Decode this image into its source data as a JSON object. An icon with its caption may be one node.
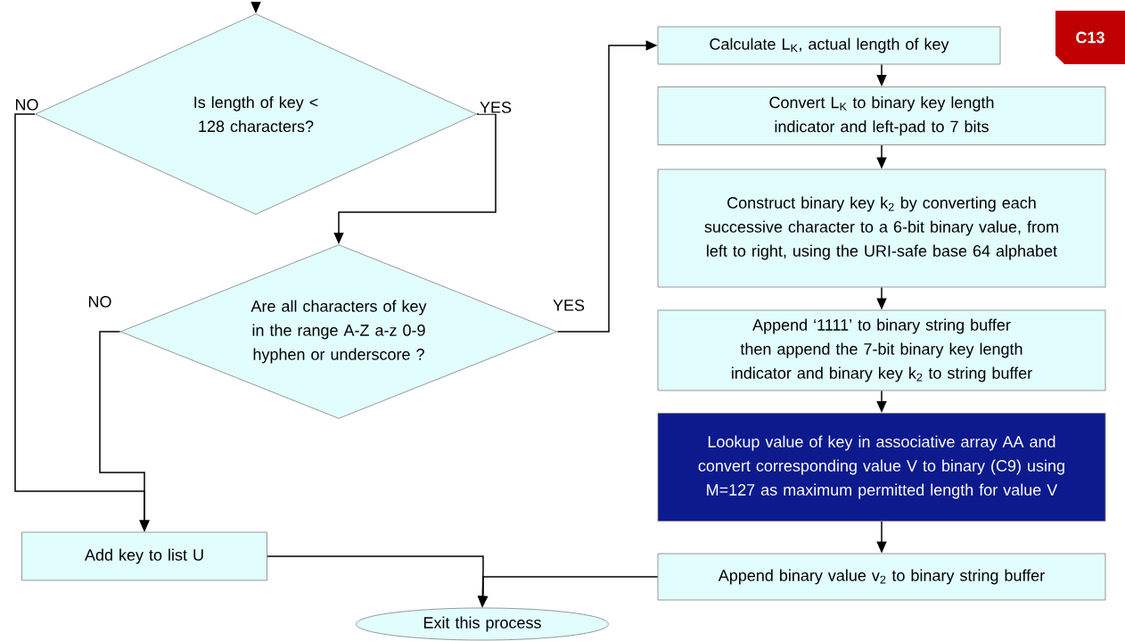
{
  "diagram": {
    "nodes": [
      {
        "text": [
          "Is length of key < 128 characters?"
        ]
      },
      {
        "text": [
          "Are all characters of key in the range A-Z a-z 0-9 hyphen or underscore ?"
        ]
      },
      {
        "text": [
          "Calculate L$_{K}$, actual length of key"
        ]
      },
      {
        "text": [
          "Convert L$_{K}$ to binary key length indicator and left-pad to 7 bits"
        ]
      },
      {
        "text": [
          "Construct binary key k$_{2}$ by converting each successive character to a 6-bit binary value, from left to right, using the URI-safe base 64 alphabet"
        ]
      },
      {
        "text": [
          "Append ‘1111’ to binary string buffer then append the 7-bit binary key length indicator and binary key k$_{2}$ to string buffer"
        ]
      },
      {
        "text": [
          "Lookup value of key in associative array AA and convert corresponding value V to binary (C9) using M=127 as maximum permitted length for value V"
        ]
      },
      {
        "text": [
          "Append binary value v$_{2}$ to binary string buffer"
        ]
      },
      {
        "text": [
          "Add key to list U"
        ]
      },
      {
        "text": [
          "Exit this process"
        ]
      },
      {
        "text": [
          "C13"
        ]
      }
    ],
    "edges": [
      {
        "from": null,
        "to": 0,
        "arrow": "to"
      },
      {
        "from": 0,
        "to": 8,
        "arrow": "to",
        "label": "NO"
      },
      {
        "from": 0,
        "to": 1,
        "arrow": "to",
        "label": "YES"
      },
      {
        "from": 1,
        "to": 8,
        "arrow": "to",
        "label": "NO"
      },
      {
        "from": 1,
        "to": 2,
        "arrow": "to",
        "label": "YES"
      },
      {
        "from": 2,
        "to": 3,
        "arrow": "to"
      },
      {
        "from": 3,
        "to": 4,
        "arrow": "to"
      },
      {
        "from": 4,
        "to": 5,
        "arrow": "to"
      },
      {
        "from": 5,
        "to": 6,
        "arrow": "to"
      },
      {
        "from": 6,
        "to": 7,
        "arrow": "to"
      },
      {
        "from": 8,
        "to": 9,
        "arrow": "to"
      },
      {
        "from": 7,
        "to": 9,
        "arrow": "to"
      }
    ]
  }
}
